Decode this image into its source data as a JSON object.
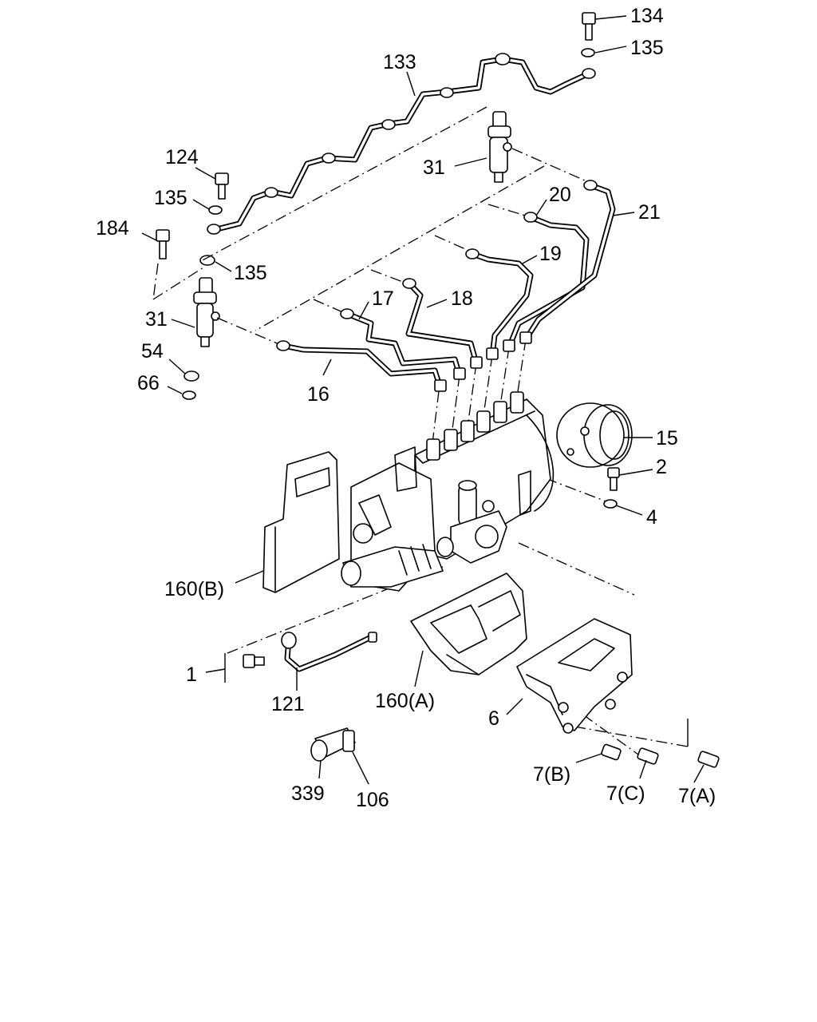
{
  "diagram": {
    "labels": {
      "p134": "134",
      "p135_top": "135",
      "p133": "133",
      "p124": "124",
      "p135_mid": "135",
      "p184": "184",
      "p135_low": "135",
      "p31_right": "31",
      "p31_left": "31",
      "p20": "20",
      "p21": "21",
      "p19": "19",
      "p17": "17",
      "p18": "18",
      "p54": "54",
      "p66": "66",
      "p16": "16",
      "p15": "15",
      "p2": "2",
      "p4": "4",
      "p160b": "160(B)",
      "p1": "1",
      "p121": "121",
      "p160a": "160(A)",
      "p6": "6",
      "p7b": "7(B)",
      "p7c": "7(C)",
      "p7a": "7(A)",
      "p339": "339",
      "p106": "106"
    }
  }
}
